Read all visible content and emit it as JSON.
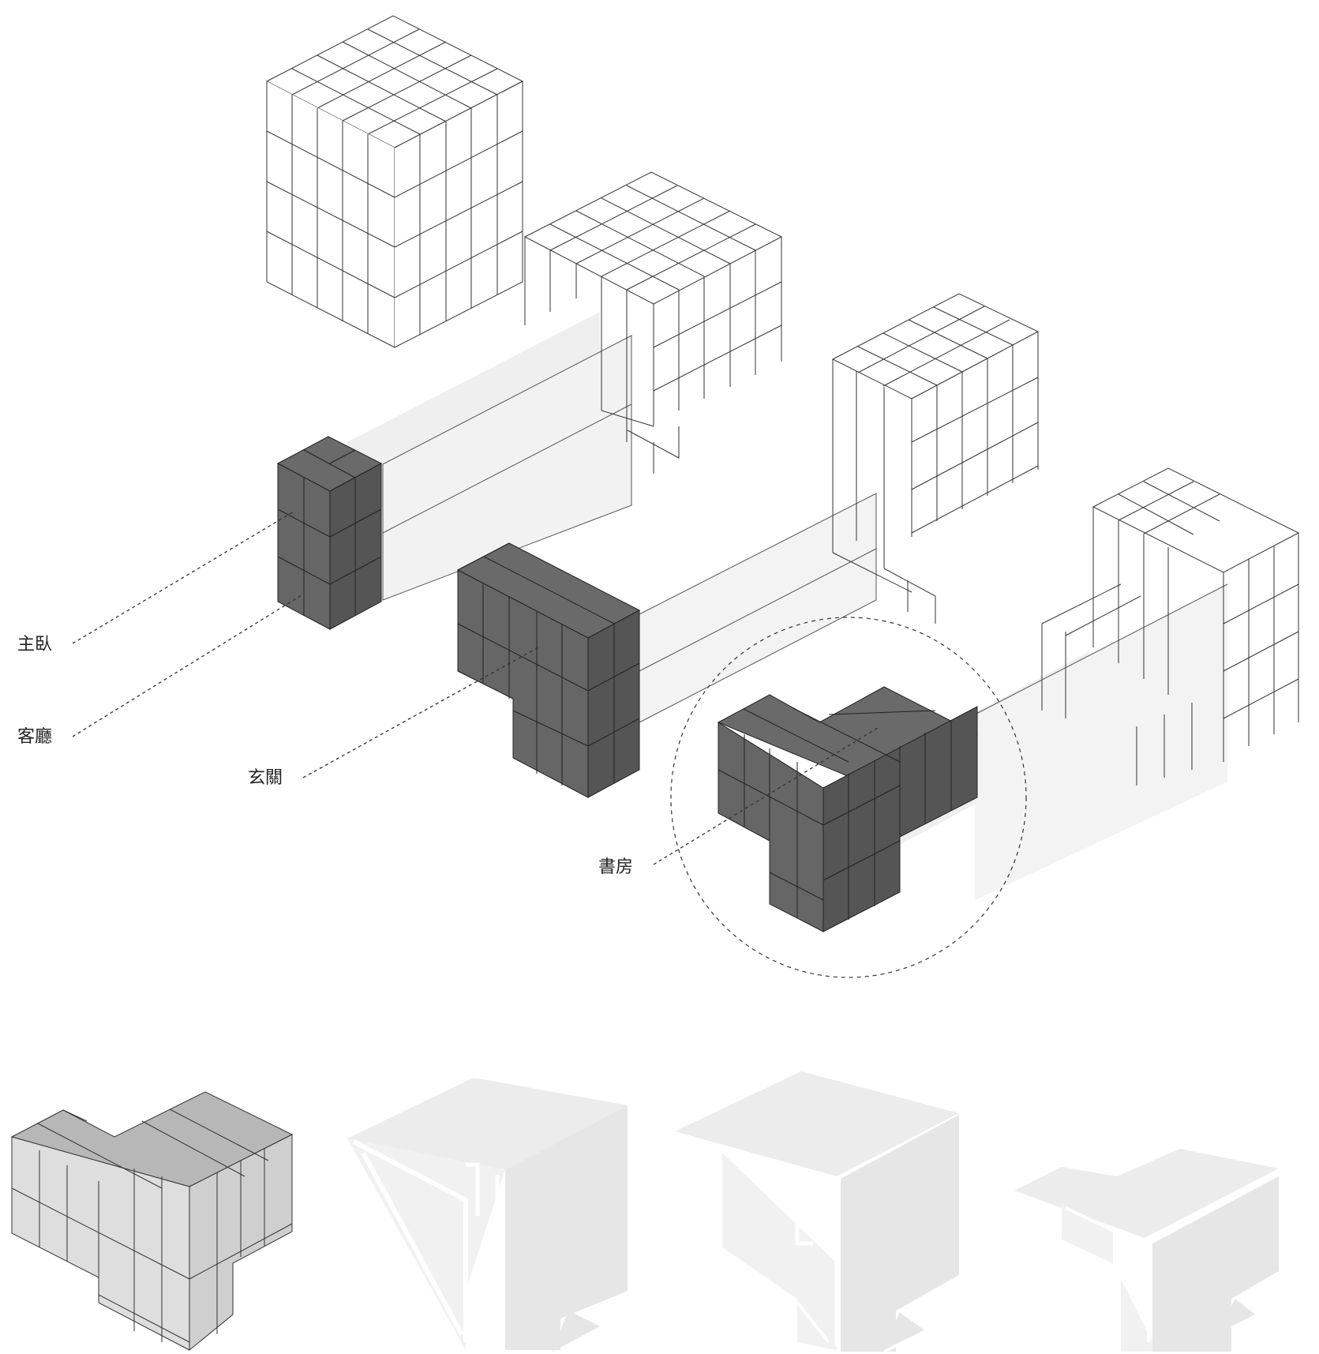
{
  "labels": {
    "master_bedroom": "主臥",
    "living_room": "客廳",
    "entrance": "玄關",
    "study": "書房"
  },
  "colors": {
    "dark_module": "#666666",
    "dark_module_side": "#555555",
    "light_module": "#dcdcdc",
    "light_module_side": "#cfcfcf",
    "panel": "#eeeeee",
    "line": "#333333",
    "background": "#ffffff"
  }
}
